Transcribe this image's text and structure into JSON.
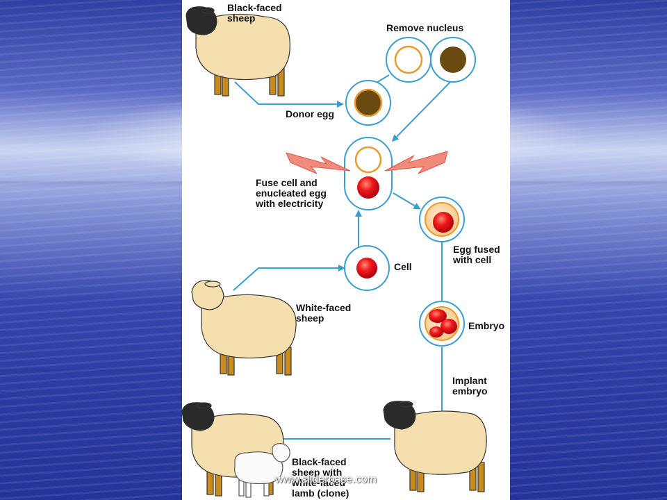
{
  "slide": {
    "background": {
      "primary": "#2b3aa0",
      "highlight": "#ffffff"
    }
  },
  "diagram": {
    "labels": {
      "black_faced_sheep": "Black-faced\nsheep",
      "remove_nucleus": "Remove nucleus",
      "donor_egg": "Donor egg",
      "fuse": "Fuse cell and\nenucleated egg\nwith electricity",
      "egg_fused": "Egg fused\nwith cell",
      "cell": "Cell",
      "white_faced_sheep": "White-faced\nsheep",
      "embryo": "Embryo",
      "implant_embryo": "Implant\nembryo",
      "clone": "Black-faced\nsheep with\nwhite-faced\nlamb (clone)"
    },
    "colors": {
      "arrow": "#3a9fcf",
      "cell_outline": "#3a9fcf",
      "nucleus_brown": "#6b4a12",
      "egg_orange": "#e89a2a",
      "cell_red": "#e0141c",
      "sheep_wool": "#f6dfae",
      "sheep_legs": "#c98a1e",
      "sheep_face_black": "#2a2a2a",
      "spark": "#f08a7a"
    }
  },
  "watermark": "www.sliderbase.com"
}
